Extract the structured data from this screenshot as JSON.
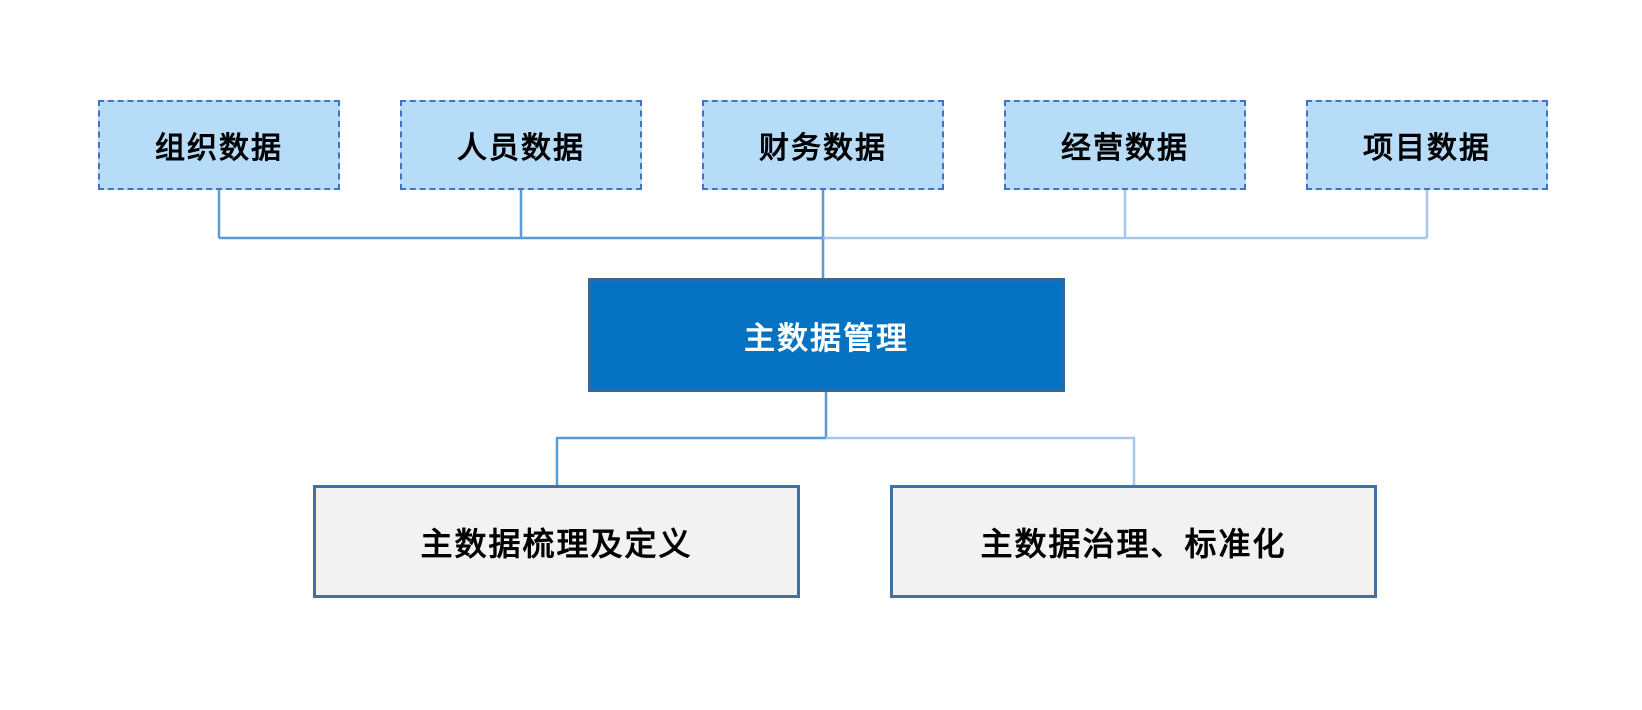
{
  "diagram": {
    "sources": [
      {
        "label": "组织数据"
      },
      {
        "label": "人员数据"
      },
      {
        "label": "财务数据"
      },
      {
        "label": "经营数据"
      },
      {
        "label": "项目数据"
      }
    ],
    "center": {
      "label": "主数据管理"
    },
    "children": [
      {
        "label": "主数据梳理及定义"
      },
      {
        "label": "主数据治理、标准化"
      }
    ]
  },
  "colors": {
    "background": "#FFFFFF",
    "source_fill": "#B7DCF8",
    "source_border": "#4472C4",
    "source_text": "#000000",
    "center_fill": "#0572C2",
    "center_border": "#31689E",
    "center_text": "#FFFFFF",
    "child_fill": "#F2F2F2",
    "child_border": "#41719C",
    "connector": "#5B9BD5",
    "connector_light": "#A8C7E8"
  }
}
